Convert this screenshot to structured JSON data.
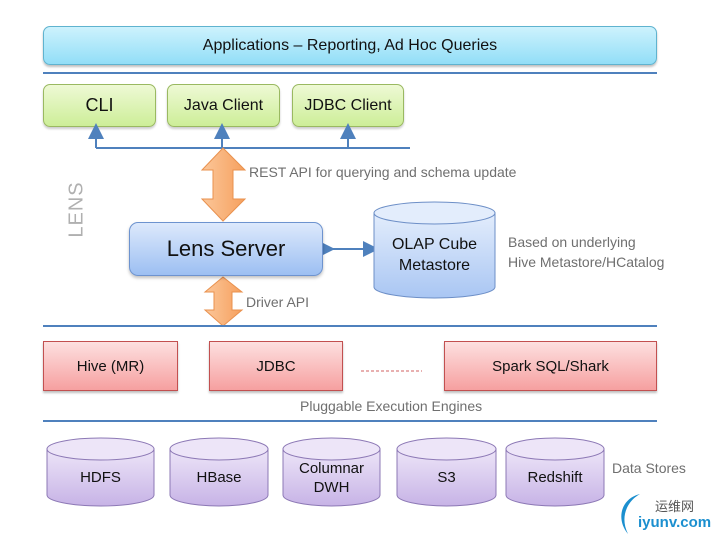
{
  "applications": {
    "label": "Applications – Reporting, Ad Hoc Queries"
  },
  "clients": [
    {
      "label": "CLI"
    },
    {
      "label": "Java Client"
    },
    {
      "label": "JDBC Client"
    }
  ],
  "rest_api_label": "REST API for querying and schema update",
  "lens_label": "LENS",
  "lens_server": {
    "label": "Lens Server"
  },
  "metastore": {
    "line1": "OLAP Cube",
    "line2": "Metastore",
    "note_line1": "Based on underlying",
    "note_line2": "Hive Metastore/HCatalog"
  },
  "driver_api_label": "Driver API",
  "engines": [
    {
      "label": "Hive (MR)"
    },
    {
      "label": "JDBC"
    },
    {
      "label": "Spark SQL/Shark"
    }
  ],
  "engines_caption": "Pluggable Execution Engines",
  "data_stores": [
    {
      "line1": "HDFS",
      "line2": ""
    },
    {
      "line1": "HBase",
      "line2": ""
    },
    {
      "line1": "Columnar",
      "line2": "DWH"
    },
    {
      "line1": "S3",
      "line2": ""
    },
    {
      "line1": "Redshift",
      "line2": ""
    }
  ],
  "data_stores_caption": "Data Stores",
  "watermark": {
    "cn": "运维网",
    "en": "iyunv.com"
  },
  "colors": {
    "divider": "#4f81bd",
    "arrow_orange": "#f9b27a",
    "connector_blue": "#4f81bd",
    "cylinder_purple": "#d3c3ec",
    "cylinder_blue": "#b5cff5"
  }
}
